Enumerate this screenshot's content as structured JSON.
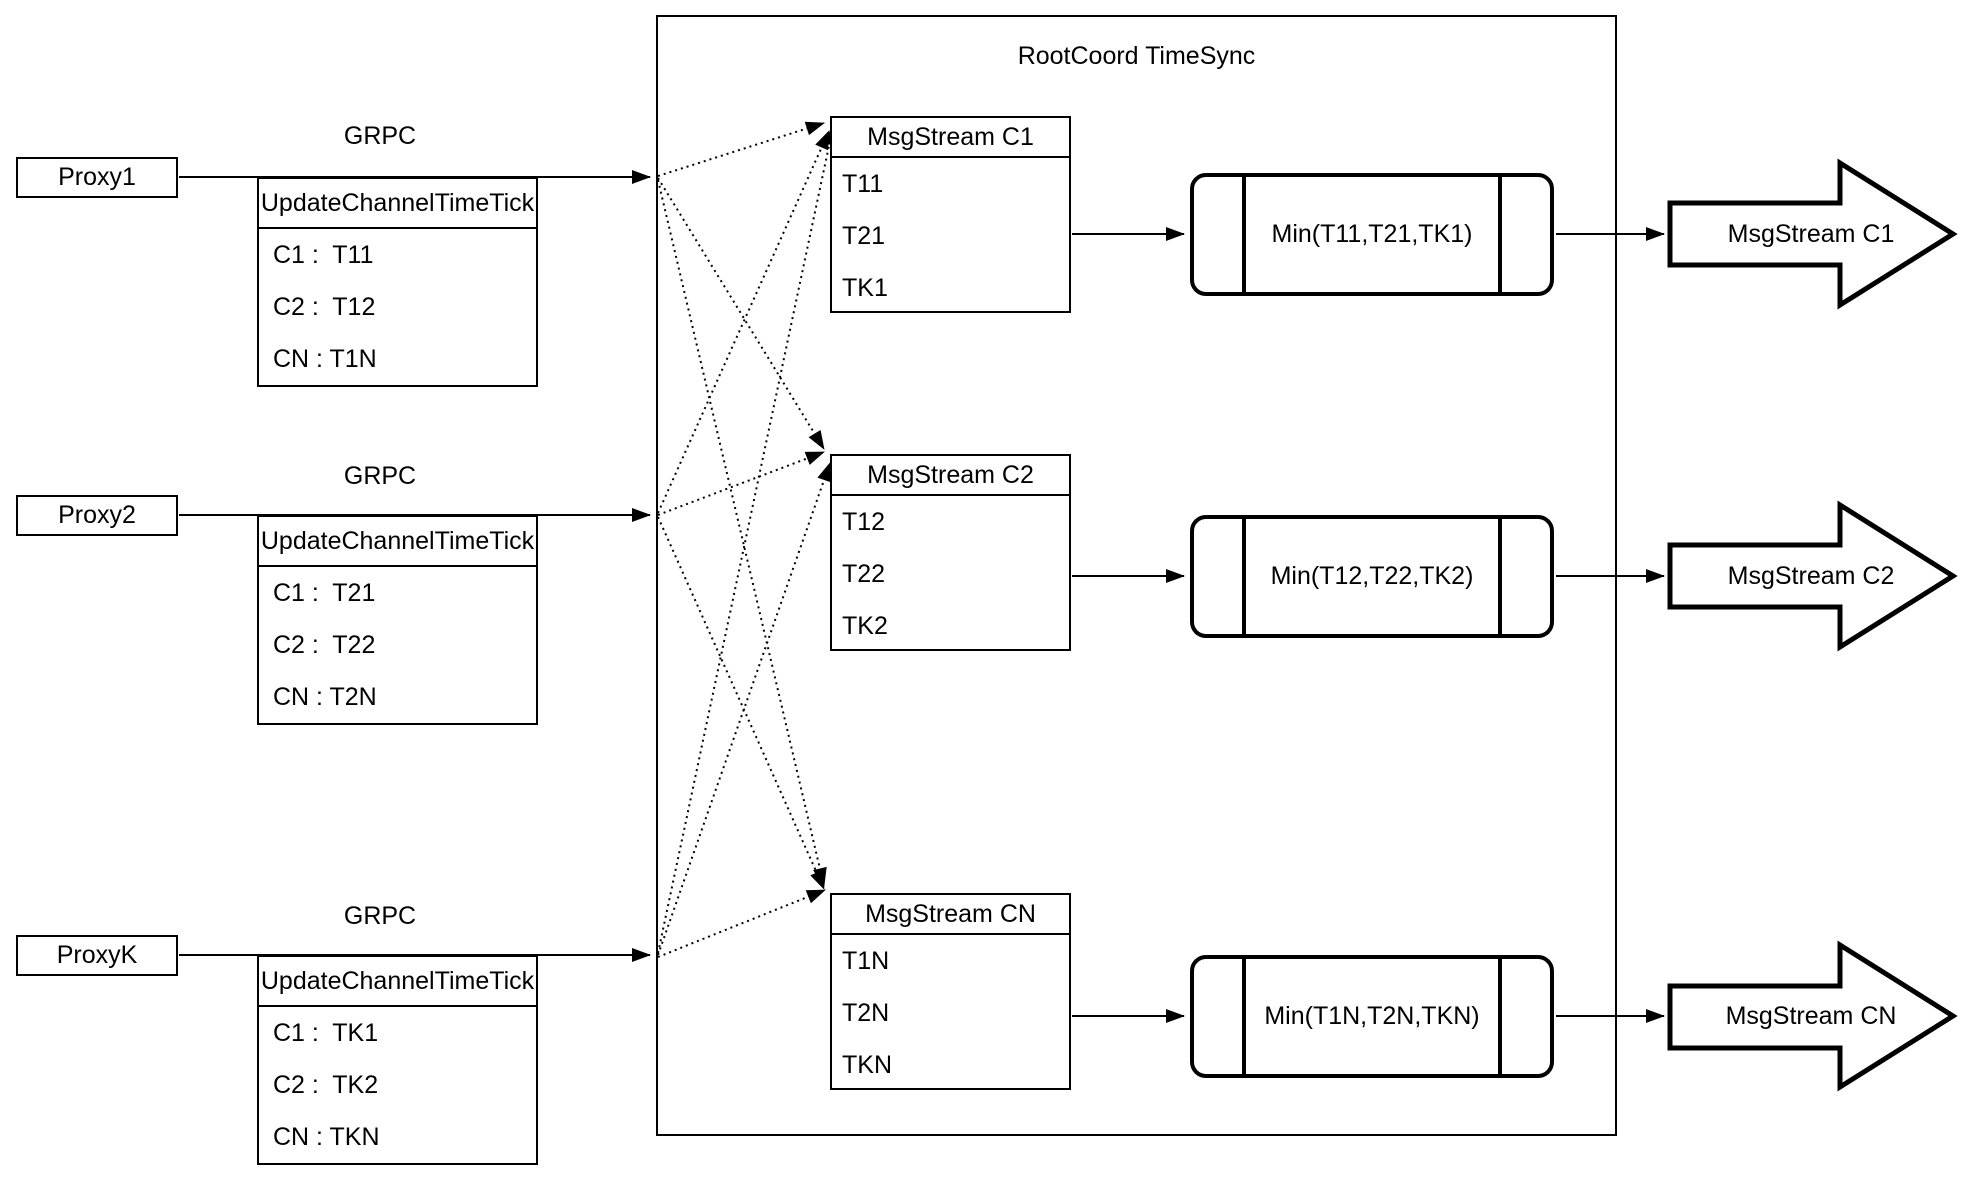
{
  "canvas": {
    "background": "#ffffff",
    "stroke": "#000000"
  },
  "root": {
    "title": "RootCoord TimeSync"
  },
  "proxies": [
    {
      "name": "Proxy1",
      "grpc_label": "GRPC",
      "table_header": "UpdateChannelTimeTick",
      "rows": [
        "C1 :  T11",
        "C2 :  T12",
        "CN : T1N"
      ]
    },
    {
      "name": "Proxy2",
      "grpc_label": "GRPC",
      "table_header": "UpdateChannelTimeTick",
      "rows": [
        "C1 :  T21",
        "C2 :  T22",
        "CN : T2N"
      ]
    },
    {
      "name": "ProxyK",
      "grpc_label": "GRPC",
      "table_header": "UpdateChannelTimeTick",
      "rows": [
        "C1 :  TK1",
        "C2 :  TK2",
        "CN : TKN"
      ]
    }
  ],
  "streams": [
    {
      "header": "MsgStream C1",
      "rows": [
        "T11",
        "T21",
        "TK1"
      ],
      "min_label": "Min(T11,T21,TK1)",
      "output_label": "MsgStream C1"
    },
    {
      "header": "MsgStream C2",
      "rows": [
        "T12",
        "T22",
        "TK2"
      ],
      "min_label": "Min(T12,T22,TK2)",
      "output_label": "MsgStream C2"
    },
    {
      "header": "MsgStream CN",
      "rows": [
        "T1N",
        "T2N",
        "TKN"
      ],
      "min_label": "Min(T1N,T2N,TKN)",
      "output_label": "MsgStream CN"
    }
  ]
}
